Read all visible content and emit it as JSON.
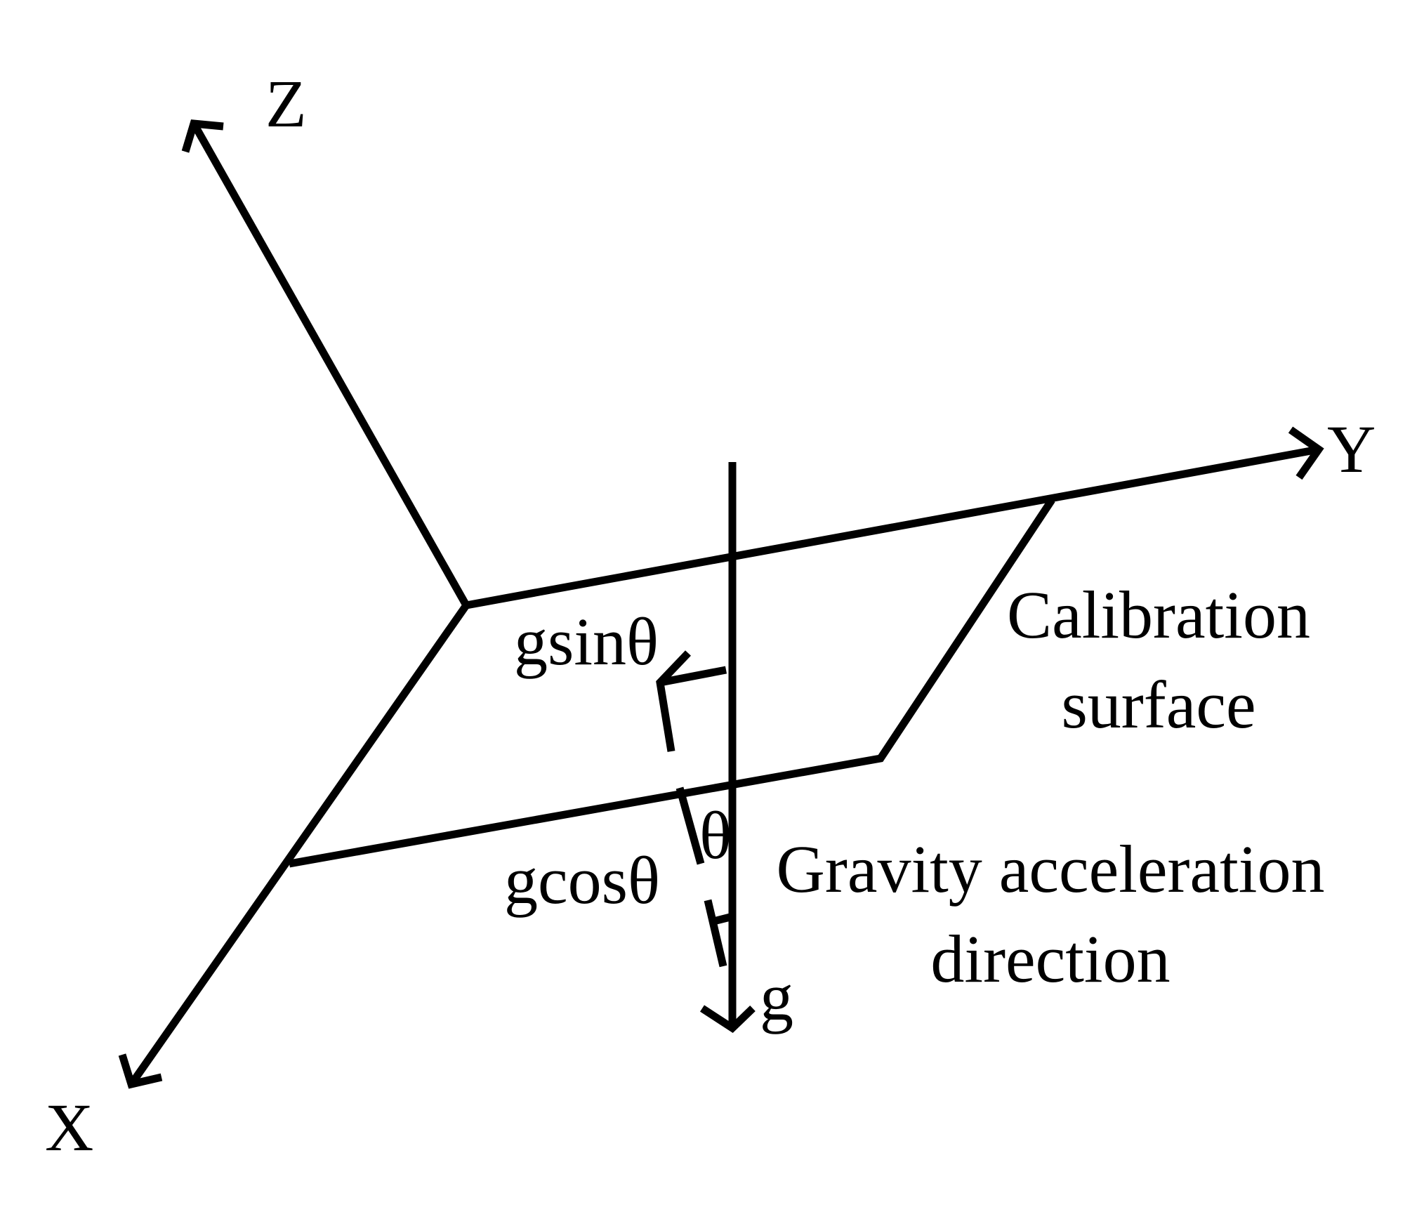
{
  "diagram": {
    "axes": {
      "x_label": "X",
      "y_label": "Y",
      "z_label": "Z"
    },
    "labels": {
      "gsin": "gsinθ",
      "gcos": "gcosθ",
      "theta": "θ",
      "g": "g",
      "calibration_line1": "Calibration",
      "calibration_line2": "surface",
      "gravity_line1": "Gravity acceleration",
      "gravity_line2": "direction"
    },
    "colors": {
      "stroke": "#000000",
      "background": "#ffffff"
    }
  }
}
